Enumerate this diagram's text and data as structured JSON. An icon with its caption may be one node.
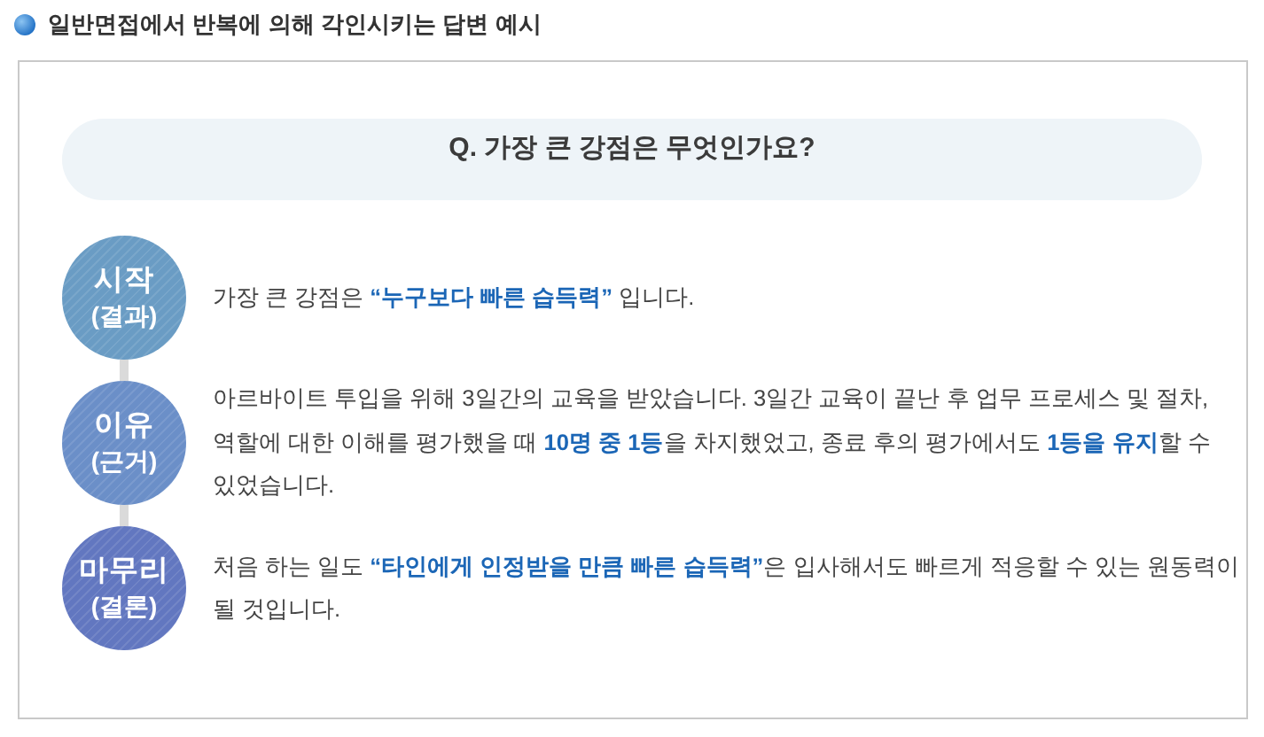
{
  "diagram": {
    "title": "일반면접에서 반복에 의해 각인시키는 답변 예시",
    "nodes": [
      {
        "text": [],
        "shape": "box"
      },
      {
        "text": [
          "Q. 가장 큰 강점은 무엇인가요?"
        ],
        "in": 0
      },
      {
        "text": [
          "시작",
          "(결과)"
        ],
        "in": 0,
        "beside": [
          "가장 큰 강점은 **“누구보다 빠른 습득력”** 입니다."
        ]
      },
      {
        "text": [
          "이유",
          "(근거)"
        ],
        "in": 0,
        "beside": [
          "아르바이트 투입을 위해 3일간의 교육을 받았습니다. 3일간 교육이 끝난 후 업무 프로세스 및 절차, 역할에 대한 이해를 평가했을 때 **10명 중 1등**을 차지했었고, 종료 후의 평가에서도 **1등을 유지**할 수 있었습니다."
        ]
      },
      {
        "text": [
          "마무리",
          "(결론)"
        ],
        "in": 0,
        "beside": [
          "처음 하는 일도 **“타인에게 인정받을 만큼 빠른 습득력”**은 입사해서도 빠르게 적응할 수 있는 원동력이 될 것입니다."
        ]
      }
    ],
    "edges": [
      {
        "from": 2,
        "to": 3,
        "arrow": "none"
      },
      {
        "from": 3,
        "to": 4,
        "arrow": "none"
      }
    ]
  }
}
